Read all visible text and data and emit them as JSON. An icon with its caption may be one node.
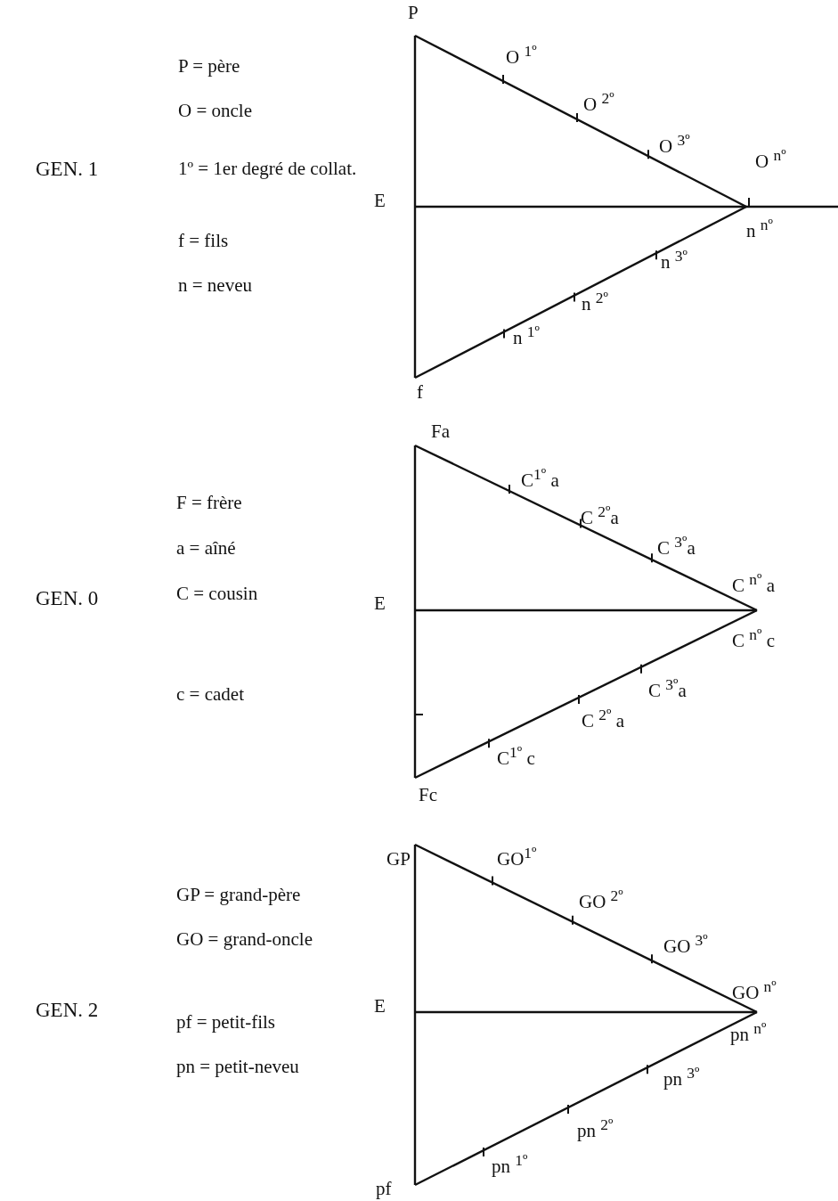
{
  "diagram": {
    "labels": [
      "GEN. 1",
      "P = père",
      "O = oncle",
      "1º = 1er degré de collat.",
      "f = fils",
      "n = neveu",
      "P",
      "O $^{1º}$",
      "O $^{2º}$",
      "O $^{3º}$",
      "E",
      "O $^{nº}$",
      "n $^{nº}$",
      "n $^{3º}$",
      "n $^{2º}$",
      "n $^{1º}$",
      "f",
      "GEN. 0",
      "F = frère",
      "a = aîné",
      "C = cousin",
      "c = cadet",
      "Fa",
      "C$^{1º}$ a",
      "C $^{2º}$a",
      "C $^{3º}$a",
      "E",
      "C $^{nº}$ a",
      "C $^{nº}$ c",
      "C $^{3º}$a",
      "C $^{2º}$ a",
      "C$^{1º}$ c",
      "Fc",
      "GEN. 2",
      "GP = grand-père",
      "GO = grand-oncle",
      "pf = petit-fils",
      "pn = petit-neveu",
      "GP",
      "GO$^{1º}$",
      "GO $^{2º}$",
      "GO $^{3º}$",
      "E",
      "GO $^{nº}$",
      "pn $^{nº}$",
      "pn $^{3º}$",
      "pn $^{2º}$",
      "pn $^{1º}$",
      "pf"
    ]
  }
}
